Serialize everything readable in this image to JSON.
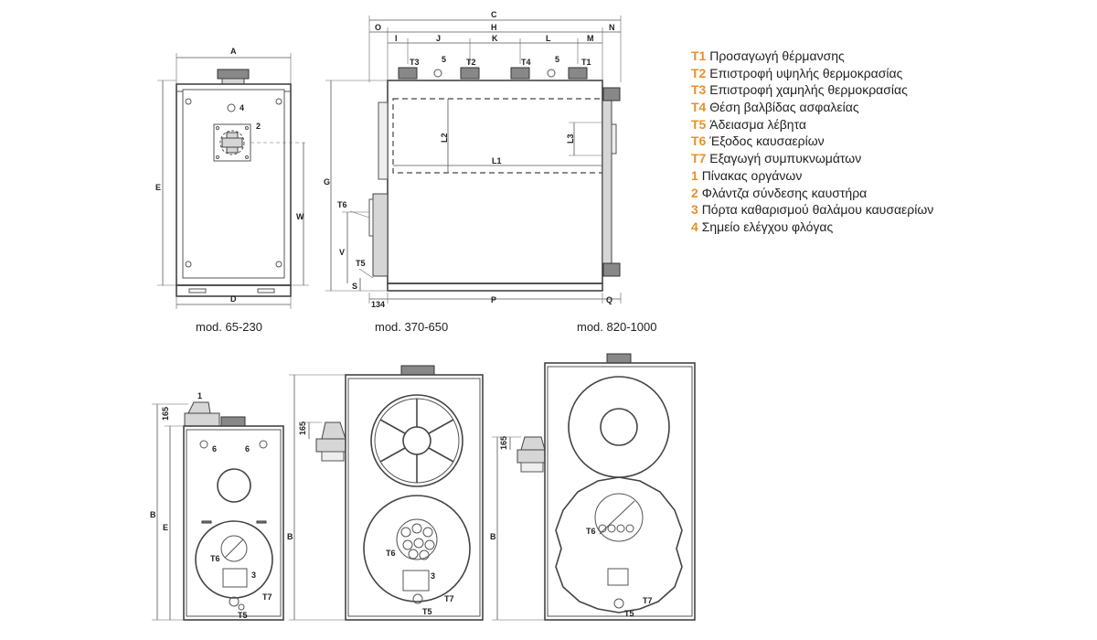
{
  "colors": {
    "legend_code": "#e8902a",
    "line": "#555555",
    "fill": "#d6d6d6"
  },
  "top_view_1": {
    "caption": "mod. 65-230",
    "labels": {
      "A": "A",
      "D": "D",
      "E": "E",
      "W": "W",
      "n4": "4",
      "n2": "2"
    }
  },
  "top_view_2": {
    "caption": "mod. 370-650",
    "dims": {
      "C": "C",
      "H": "H",
      "O": "O",
      "N": "N",
      "I": "I",
      "J": "J",
      "K": "K",
      "L": "L",
      "M": "M",
      "G": "G",
      "V": "V",
      "S": "S",
      "P": "P",
      "Q": "Q",
      "d134": "134",
      "L1": "L1",
      "L2": "L2",
      "L3": "L3"
    },
    "ports": {
      "T3": "T3",
      "T2": "T2",
      "T4": "T4",
      "T1": "T1",
      "T6": "T6",
      "T5": "T5",
      "n5a": "5",
      "n5b": "5"
    }
  },
  "top_view_3": {
    "caption": "mod. 820-1000"
  },
  "bottom_views": {
    "v1": {
      "d165": "165",
      "B": "B",
      "E": "E",
      "n1": "1",
      "n6a": "6",
      "n6b": "6",
      "T6": "T6",
      "n3": "3",
      "T7": "T7",
      "T5": "T5"
    },
    "v2": {
      "d165": "165",
      "B": "B",
      "T6": "T6",
      "n3": "3",
      "T7": "T7",
      "T5": "T5"
    },
    "v3": {
      "d165": "165",
      "B": "B",
      "T6": "T6",
      "T7": "T7",
      "T5": "T5"
    }
  },
  "legend": [
    {
      "code": "T1",
      "text": "Προσαγωγή θέρμανσης"
    },
    {
      "code": "T2",
      "text": "Επιστροφή υψηλής θερμοκρασίας"
    },
    {
      "code": "T3",
      "text": "Επιστροφή χαμηλής θερμοκρασίας"
    },
    {
      "code": "T4",
      "text": "Θέση βαλβίδας ασφαλείας"
    },
    {
      "code": "T5",
      "text": "Άδειασμα λέβητα"
    },
    {
      "code": "T6",
      "text": "Έξοδος καυσαερίων"
    },
    {
      "code": "T7",
      "text": "Εξαγωγή συμπυκνωμάτων"
    },
    {
      "code": "1",
      "text": "Πίνακας οργάνων"
    },
    {
      "code": "2",
      "text": "Φλάντζα σύνδεσης καυστήρα"
    },
    {
      "code": "3",
      "text": "Πόρτα καθαρισμού θαλάμου καυσαερίων"
    },
    {
      "code": "4",
      "text": "Σημείο ελέγχου φλόγας"
    }
  ]
}
